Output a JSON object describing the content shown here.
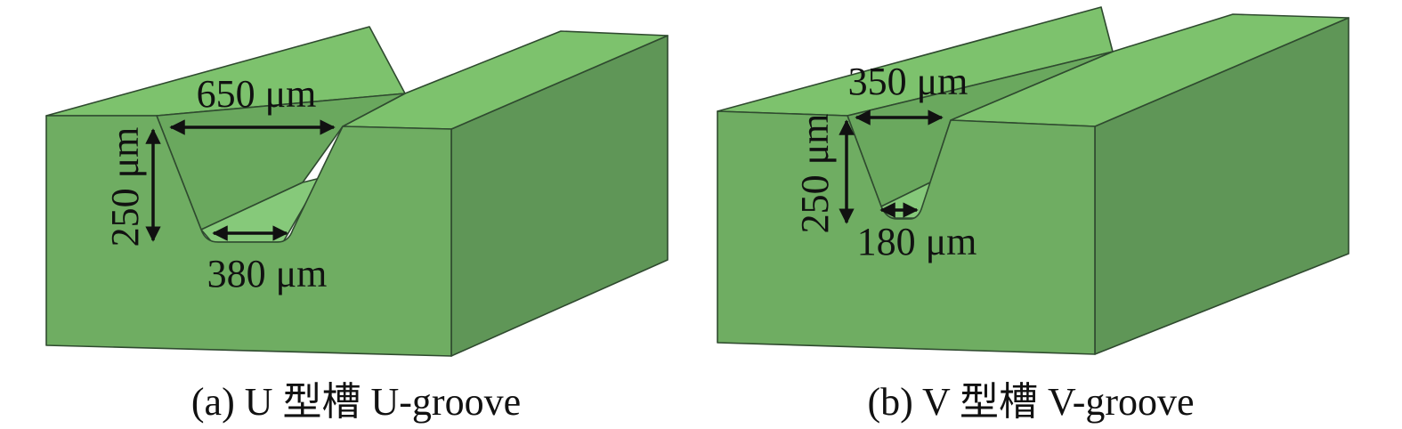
{
  "figures": [
    {
      "id": "a",
      "caption": "(a) U 型槽 U-groove",
      "top_width": "650 μm",
      "depth": "250 μm",
      "bottom_width": "380 μm"
    },
    {
      "id": "b",
      "caption": "(b) V 型槽 V-groove",
      "top_width": "350 μm",
      "depth": "250 μm",
      "bottom_width": "180 μm"
    }
  ],
  "colors": {
    "top_face": "#7dc26d",
    "front_face": "#6fad62",
    "side_face": "#5f9657",
    "groove_wall": "#6aa85e",
    "groove_floor": "#86c97a",
    "edge": "#2f4a2f"
  }
}
